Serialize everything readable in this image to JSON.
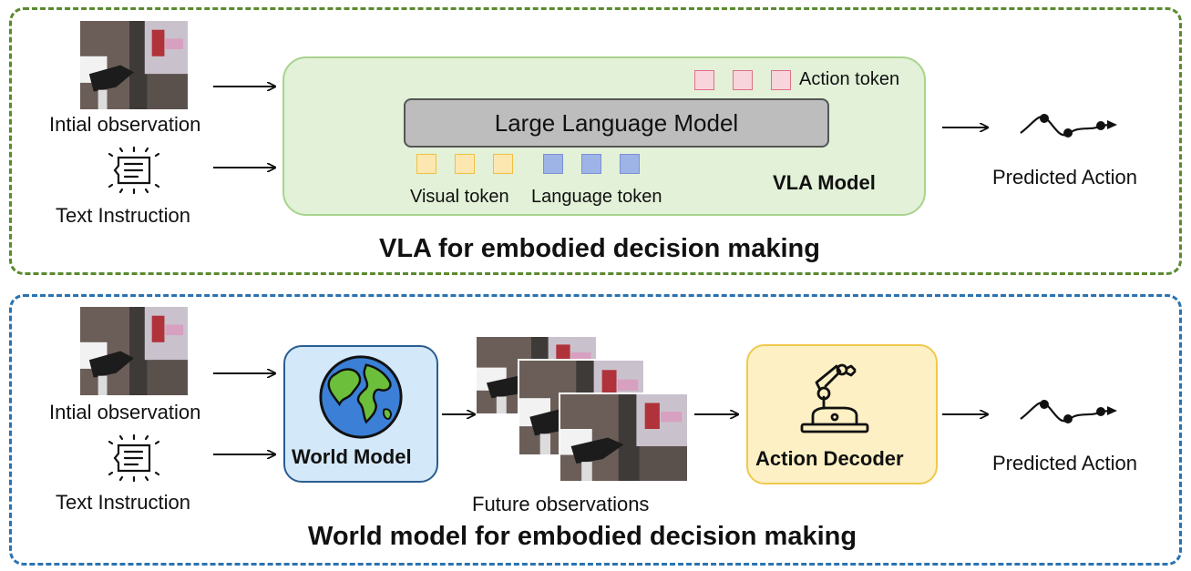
{
  "top_panel": {
    "title": "VLA for embodied decision making",
    "inputs": {
      "observation_label": "Intial observation",
      "instruction_label": "Text Instruction"
    },
    "vla": {
      "model_label": "VLA Model",
      "llm_label": "Large Language Model",
      "action_token_label": "Action token",
      "visual_token_label": "Visual token",
      "language_token_label": "Language token"
    },
    "output_label": "Predicted Action"
  },
  "bottom_panel": {
    "title": "World model for embodied decision making",
    "inputs": {
      "observation_label": "Intial observation",
      "instruction_label": "Text Instruction"
    },
    "world_model_label": "World Model",
    "future_label": "Future observations",
    "action_decoder_label": "Action Decoder",
    "output_label": "Predicted Action"
  },
  "colors": {
    "top_border": "#5a8a2e",
    "bottom_border": "#2a72b0",
    "vla_fill": "#e2f1d8",
    "world_model_fill": "#d3e8f8",
    "action_decoder_fill": "#fdf0c4"
  },
  "icons": [
    "text-instruction-icon",
    "earth-globe-icon",
    "robot-arm-icon",
    "trajectory-icon"
  ]
}
